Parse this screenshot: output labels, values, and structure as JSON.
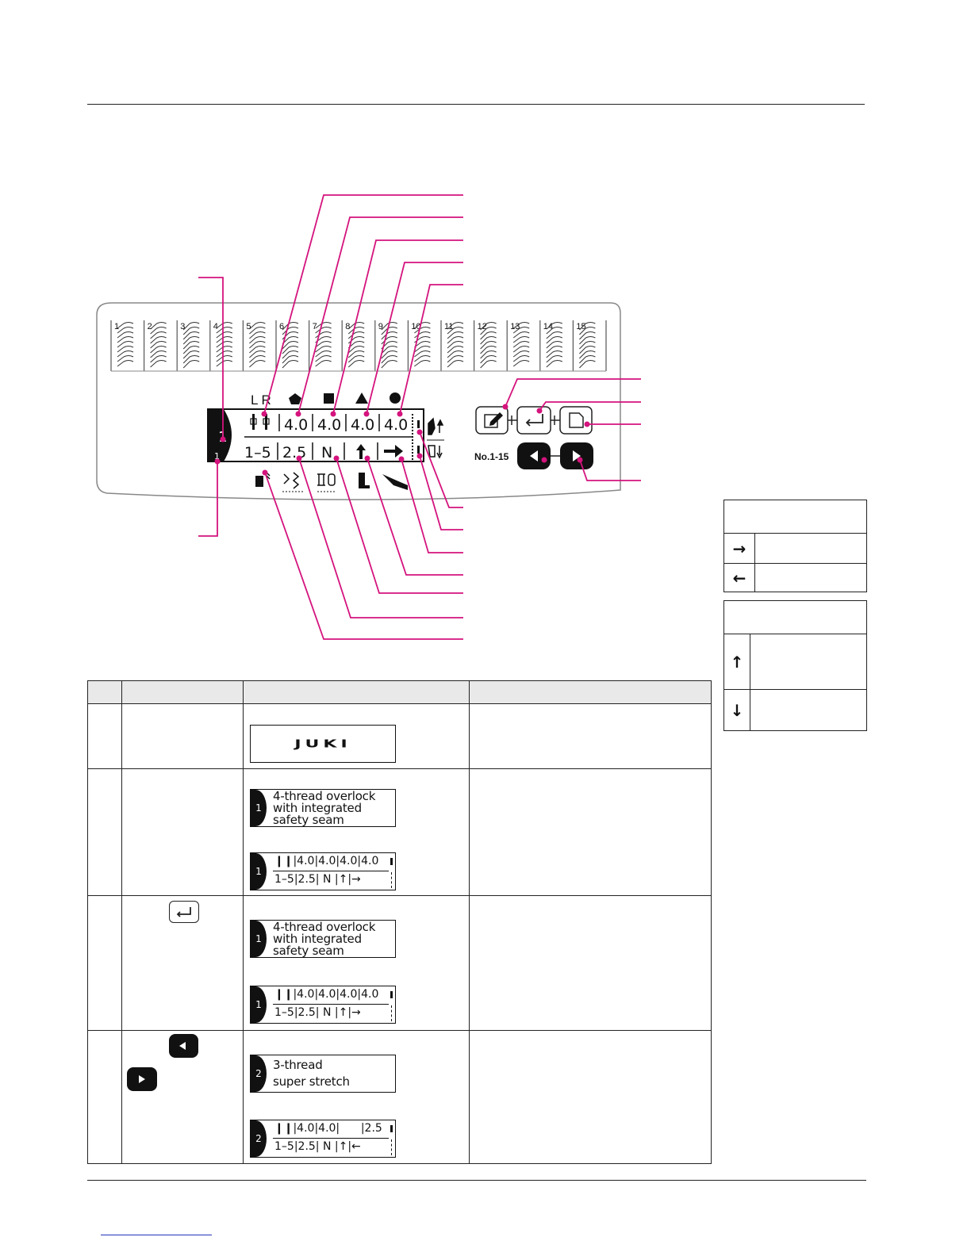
{
  "stitch_strip": {
    "numbers": [
      "1",
      "2",
      "3",
      "4",
      "5",
      "6",
      "7",
      "8",
      "9",
      "10",
      "11",
      "12",
      "13",
      "14",
      "15"
    ]
  },
  "panel": {
    "lr_label": "L R",
    "program_number": "1",
    "program_sub": "1",
    "top_values": [
      "4.0",
      "4.0",
      "4.0",
      "4.0"
    ],
    "bottom_values": [
      "1–5",
      "2.5",
      "N"
    ],
    "range_label": "No.1-15",
    "colors": {
      "leader": "#d4137d",
      "panel_outline": "#888888",
      "dark": "#111111"
    },
    "icons": [
      "pentagon-icon",
      "square-icon",
      "triangle-icon",
      "circle-icon",
      "needle-icon",
      "edit-key-icon",
      "enter-key-icon",
      "page-key-icon",
      "left-arrow-key-icon",
      "right-arrow-key-icon",
      "knife-icon",
      "differential-feed-icon",
      "thread-tension-icon",
      "foot-icon",
      "cutting-width-icon"
    ]
  },
  "table": {
    "rows": [
      {
        "lcd": {
          "type": "logo",
          "text": "JUKI"
        }
      },
      {
        "key": "",
        "lcd_text": {
          "number": "1",
          "text": "4-thread overlock\nwith integrated\nsafety seam"
        },
        "lcd_values": {
          "number": "1",
          "row1": "❙❙|4.0|4.0|4.0|4.0",
          "row2": "1–5|2.5| N |↑|→"
        }
      },
      {
        "key": "enter-key-icon",
        "lcd_text": {
          "number": "1",
          "text": "4-thread overlock\nwith integrated\nsafety seam"
        },
        "lcd_values": {
          "number": "1",
          "row1": "❙❙|4.0|4.0|4.0|4.0",
          "row2": "1–5|2.5| N |↑|→"
        }
      },
      {
        "key": "left-right-arrow-keys",
        "lcd_text": {
          "number": "2",
          "text": "3-thread\nsuper stretch"
        },
        "lcd_values": {
          "number": "2",
          "row1": "❙❙|4.0|4.0|      |2.5",
          "row2": "1–5|2.5| N |↑|←"
        }
      }
    ]
  },
  "side_tables": {
    "direction_symbols": [
      "→",
      "←"
    ],
    "presser_symbols": [
      "↑",
      "↓"
    ]
  }
}
